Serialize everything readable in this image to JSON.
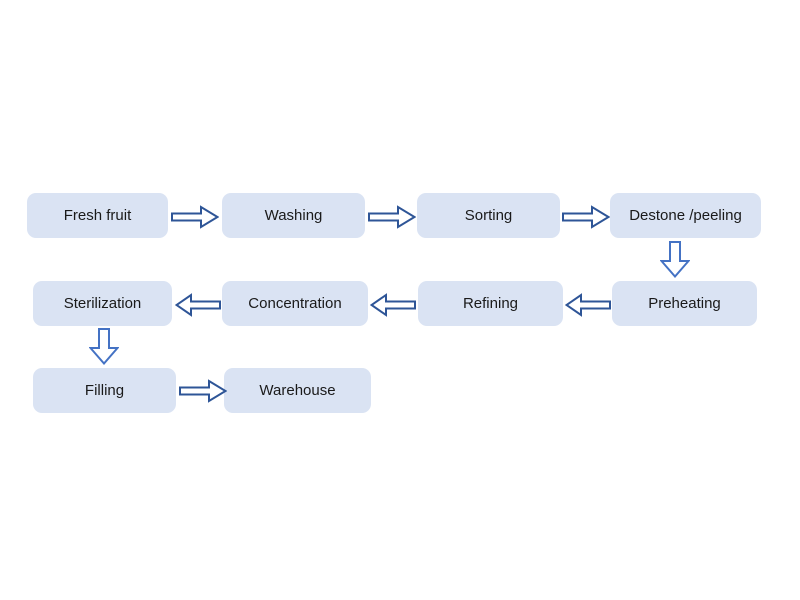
{
  "diagram": {
    "description": "Fruit processing flowchart",
    "colors": {
      "background": "#ffffff",
      "node_fill": "#dae3f3",
      "arrow_horizontal": "#2e5597",
      "arrow_vertical": "#4472c4",
      "text": "#1a1a1a"
    },
    "nodes": [
      {
        "id": "fresh-fruit",
        "label": "Fresh fruit"
      },
      {
        "id": "washing",
        "label": "Washing"
      },
      {
        "id": "sorting",
        "label": "Sorting"
      },
      {
        "id": "destone-peeling",
        "label": "Destone /peeling"
      },
      {
        "id": "preheating",
        "label": "Preheating"
      },
      {
        "id": "refining",
        "label": "Refining"
      },
      {
        "id": "concentration",
        "label": "Concentration"
      },
      {
        "id": "sterilization",
        "label": "Sterilization"
      },
      {
        "id": "filling",
        "label": "Filling"
      },
      {
        "id": "warehouse",
        "label": "Warehouse"
      }
    ],
    "edges": [
      {
        "from": "fresh-fruit",
        "to": "washing",
        "direction": "right"
      },
      {
        "from": "washing",
        "to": "sorting",
        "direction": "right"
      },
      {
        "from": "sorting",
        "to": "destone-peeling",
        "direction": "right"
      },
      {
        "from": "destone-peeling",
        "to": "preheating",
        "direction": "down"
      },
      {
        "from": "preheating",
        "to": "refining",
        "direction": "left"
      },
      {
        "from": "refining",
        "to": "concentration",
        "direction": "left"
      },
      {
        "from": "concentration",
        "to": "sterilization",
        "direction": "left"
      },
      {
        "from": "sterilization",
        "to": "filling",
        "direction": "down"
      },
      {
        "from": "filling",
        "to": "warehouse",
        "direction": "right"
      }
    ]
  }
}
